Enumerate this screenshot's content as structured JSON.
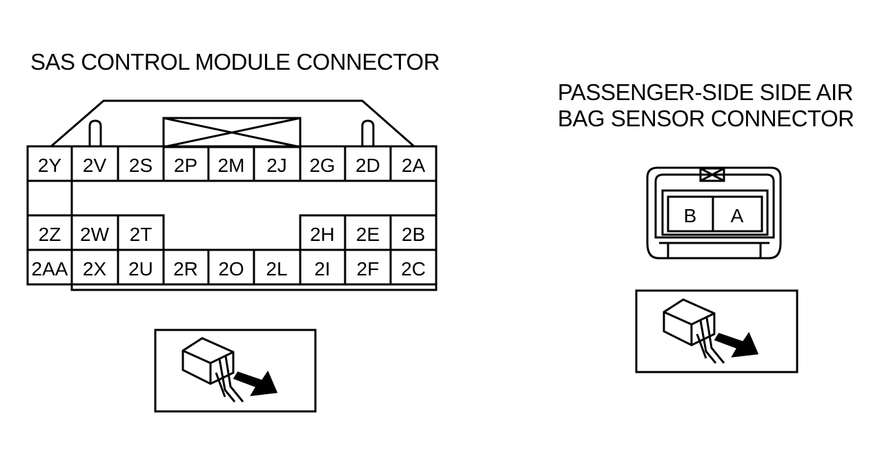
{
  "sas": {
    "title": "SAS CONTROL MODULE CONNECTOR",
    "row1": [
      "2Y",
      "2V",
      "2S",
      "2P",
      "2M",
      "2J",
      "2G",
      "2D",
      "2A"
    ],
    "row2_left": [
      "2Z",
      "2W",
      "2T"
    ],
    "row2_right": [
      "2H",
      "2E",
      "2B"
    ],
    "row3": [
      "2AA",
      "2X",
      "2U",
      "2R",
      "2O",
      "2L",
      "2I",
      "2F",
      "2C"
    ],
    "view_icon": "harness-side-view-icon"
  },
  "airbag": {
    "title_line1": "PASSENGER-SIDE SIDE AIR",
    "title_line2": "BAG SENSOR CONNECTOR",
    "pins": [
      "B",
      "A"
    ],
    "view_icon": "harness-side-view-icon"
  }
}
